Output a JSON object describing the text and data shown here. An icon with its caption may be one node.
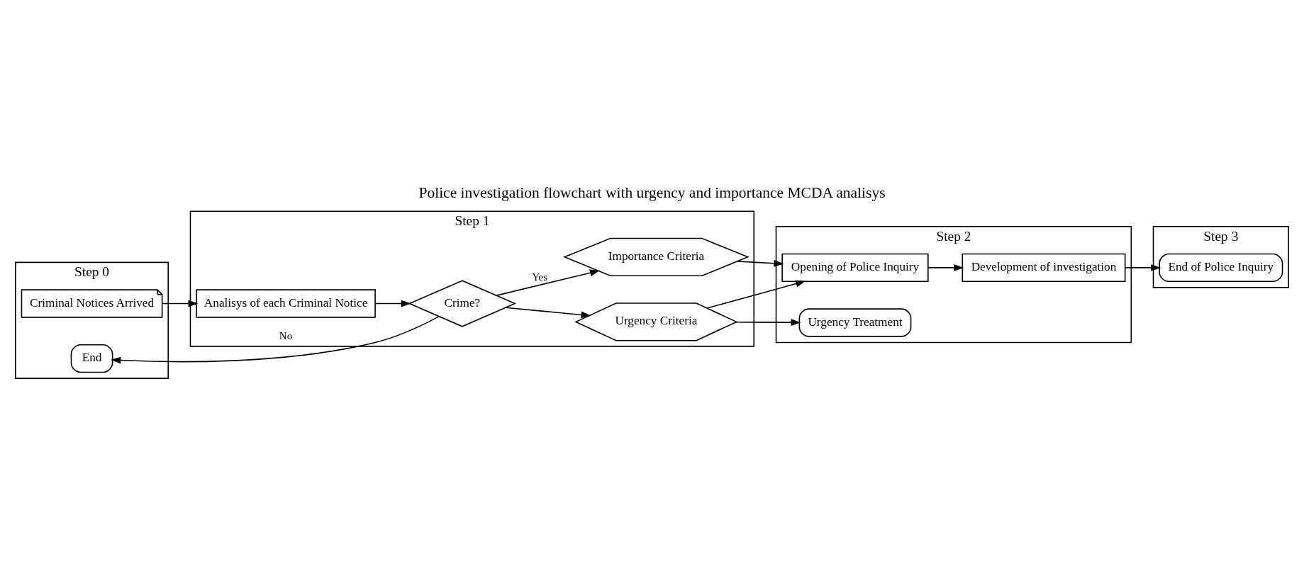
{
  "diagram": {
    "title": "Police investigation flowchart with urgency and importance MCDA analisys",
    "nodes": [
      {
        "text": [
          "Step 0"
        ]
      },
      {
        "text": [
          "Step 1"
        ]
      },
      {
        "text": [
          "Step 2"
        ]
      },
      {
        "text": [
          "Step 3"
        ]
      },
      {
        "text": [
          "Criminal Notices Arrived"
        ],
        "in": 0
      },
      {
        "text": [
          "End"
        ],
        "in": 0
      },
      {
        "text": [
          "Analisys of each Criminal Notice"
        ],
        "in": 1
      },
      {
        "text": [
          "Crime?"
        ],
        "in": 1
      },
      {
        "text": [
          "Importance Criteria"
        ],
        "in": 1
      },
      {
        "text": [
          "Urgency Criteria"
        ],
        "in": 1
      },
      {
        "text": [
          "Opening of Police Inquiry"
        ],
        "in": 2
      },
      {
        "text": [
          "Development of investigation"
        ],
        "in": 2
      },
      {
        "text": [
          "Urgency Treatment"
        ],
        "in": 2
      },
      {
        "text": [
          "End of Police Inquiry"
        ],
        "in": 3
      }
    ],
    "edges": [
      {
        "from": 4,
        "to": 6,
        "arrow": "to"
      },
      {
        "from": 6,
        "to": 7,
        "arrow": "to"
      },
      {
        "from": 7,
        "to": 5,
        "arrow": "to",
        "label": "No"
      },
      {
        "from": 7,
        "to": 8,
        "arrow": "to",
        "label": "Yes"
      },
      {
        "from": 7,
        "to": 9,
        "arrow": "to"
      },
      {
        "from": 8,
        "to": 10,
        "arrow": "to"
      },
      {
        "from": 9,
        "to": 10,
        "arrow": "to"
      },
      {
        "from": 9,
        "to": 12,
        "arrow": "to"
      },
      {
        "from": 10,
        "to": 11,
        "arrow": "to"
      },
      {
        "from": 11,
        "to": 13,
        "arrow": "to"
      }
    ]
  }
}
